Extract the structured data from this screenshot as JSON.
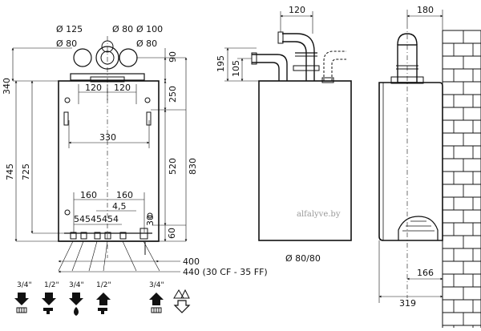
{
  "front_view": {
    "diameters": [
      "Ø 125",
      "Ø 80",
      "Ø 100",
      "Ø 80",
      "Ø 80"
    ],
    "dims_top": [
      "120",
      "120"
    ],
    "dim_330": "330",
    "dims_bottom": [
      "160",
      "160"
    ],
    "dim_45": "4,5",
    "dims_54": [
      "54",
      "54",
      "54",
      "54"
    ],
    "dim_30": "30",
    "dim_60": "60",
    "left_dims": [
      "340",
      "745",
      "725"
    ],
    "right_dims": [
      "90",
      "250",
      "520",
      "830"
    ],
    "bottom_dims": [
      "400",
      "440 (30 CF - 35 FF)"
    ]
  },
  "connections": {
    "sizes": [
      "3/4\"",
      "1/2\"",
      "3/4\"",
      "1/2\"",
      "3/4\""
    ]
  },
  "side_view": {
    "dim_120": "120",
    "dim_195": "195",
    "dim_105": "105",
    "caption": "Ø 80/80"
  },
  "right_view": {
    "dim_180": "180",
    "dim_166": "166",
    "dim_319": "319"
  },
  "watermark": "alfalyve.by"
}
